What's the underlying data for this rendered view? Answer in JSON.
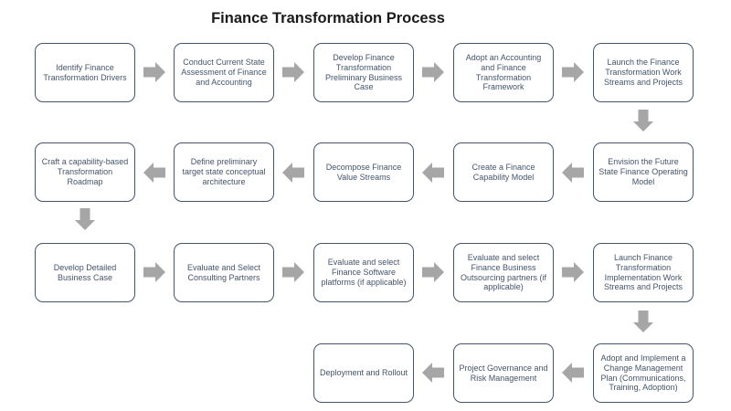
{
  "title": "Finance Transformation Process",
  "colors": {
    "background": "#FFFFFF",
    "box_border": "#44546A",
    "box_text": "#44546A",
    "arrow_fill": "#A6A6A6",
    "title_text": "#1A1A1A"
  },
  "rows": [
    {
      "arrow_direction": "right",
      "boxes": [
        "Identify Finance Transformation Drivers",
        "Conduct Current State Assessment of Finance and Accounting",
        "Develop Finance Transformation Preliminary Business Case",
        "Adopt an Accounting and Finance Transformation Framework",
        "Launch the Finance Transformation Work Streams and Projects"
      ]
    },
    {
      "arrow_direction": "left",
      "boxes": [
        "Craft a capability-based Transformation Roadmap",
        "Define preliminary target state conceptual architecture",
        "Decompose Finance Value Streams",
        "Create a Finance Capability Model",
        "Envision the Future State Finance Operating Model"
      ]
    },
    {
      "arrow_direction": "right",
      "boxes": [
        "Develop Detailed Business Case",
        "Evaluate and Select Consulting Partners",
        "Evaluate and select Finance Software platforms (if applicable)",
        "Evaluate and select Finance Business Outsourcing partners (if applicable)",
        "Launch Finance Transformation Implementation Work Streams and Projects"
      ]
    },
    {
      "arrow_direction": "left",
      "boxes": [
        "Deployment and Rollout",
        "Project Governance and Risk Management",
        "Adopt and Implement a Change Management Plan (Communications, Training, Adoption)"
      ]
    }
  ]
}
